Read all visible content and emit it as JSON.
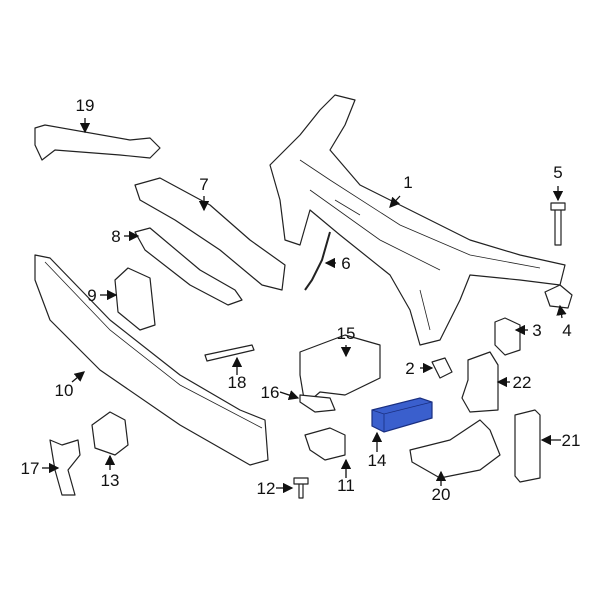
{
  "diagram": {
    "highlight_color": "#3a5fcd",
    "highlighted_part": "14",
    "callouts": [
      "1",
      "2",
      "3",
      "4",
      "5",
      "6",
      "7",
      "8",
      "9",
      "10",
      "11",
      "12",
      "13",
      "14",
      "15",
      "16",
      "17",
      "18",
      "19",
      "20",
      "21",
      "22"
    ]
  }
}
